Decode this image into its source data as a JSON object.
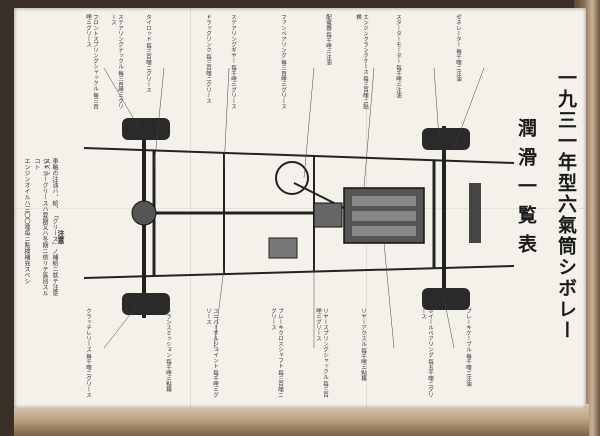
{
  "document": {
    "title": "一九三一年型六氣筒シボレー",
    "subtitle": "潤滑一覧表",
    "legend_heading": "注意",
    "legend_notes": [
      "車軸の注油ハ、給、「グリース」ノ補給ニ就テ注意スベシ",
      "シャシーグリースハ夏期又ハ冬期ニ依リテ區別スルコト",
      "エンジンオイルハ三〇〇哩毎ニ點検補充スベシ"
    ],
    "annotations": [
      "フロントスプリングシャックル 毎三百哩ニグリース",
      "ステアリングナックル 毎三百哩ニグリース",
      "タイロッド 毎三百哩ニグリース",
      "ドラッグリンク 毎三百哩ニグリース",
      "ステアリングギヤー 毎千哩ニグリース",
      "ファンベアリング 毎三百哩ニグリース",
      "配電器 毎千哩ニ注油",
      "エンジンクランクケース 毎三百哩ニ點検",
      "スターターモーター 毎千哩ニ注油",
      "ゼネレーター 毎千哩ニ注油",
      "クラッチレリーズ 毎千哩ニグリース",
      "トランスミッション 毎千哩ニ點検",
      "ユニバーサルジョイント 毎千哩ニグリース",
      "ブレーキクロスシャフト 毎三百哩ニグリース",
      "リヤースプリングシャックル 毎三百哩ニグリース",
      "リヤーアクスル 毎千哩ニ點検",
      "ホイールベアリング 毎五千哩ニグリース",
      "ブレーキケーブル 毎千哩ニ注油"
    ]
  }
}
